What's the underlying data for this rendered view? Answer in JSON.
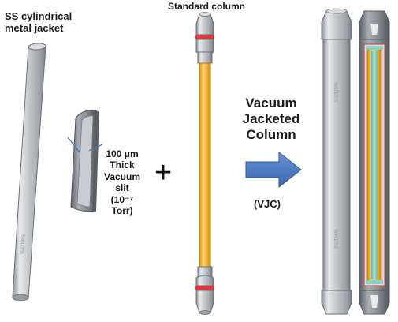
{
  "labels": {
    "jacket_line1": "SS cylindrical",
    "jacket_line2": "metal jacket",
    "standard_column": "Standard column",
    "vjc_line1": "Vacuum",
    "vjc_line2": "Jacketed",
    "vjc_line3": "Column",
    "slit_line1": "100 μm",
    "slit_line2": "Thick",
    "slit_line3": "Vacuum",
    "slit_line4": "slit",
    "slit_line5": "(10⁻⁷ Torr)",
    "plus_sign": "+",
    "vjc_abbreviation": "(VJC)"
  },
  "engraving": "WATERS",
  "colors": {
    "steel": "#b9bcc0",
    "steel_dark": "#7a7f86",
    "column_orange": "#f2b135",
    "seal_red": "#e0353a",
    "arrow_blue": "#4a78c0",
    "inner_teal": "#7fd3c8"
  }
}
